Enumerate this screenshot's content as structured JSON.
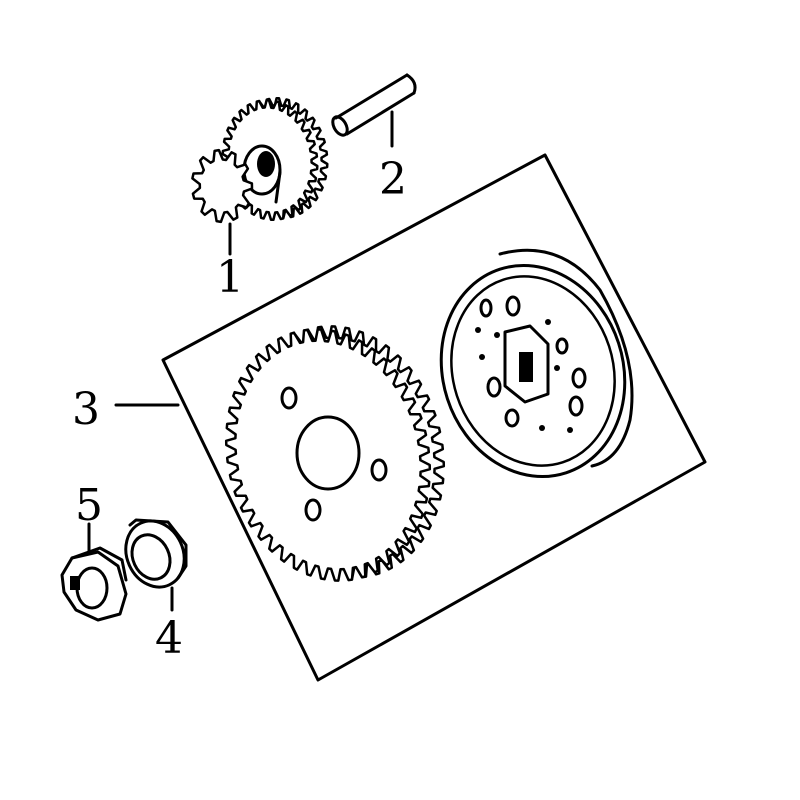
{
  "diagram": {
    "ink_color": "#000000",
    "background_color": "#ffffff",
    "callouts": [
      {
        "label": "1",
        "part": "drive-gear-assembly"
      },
      {
        "label": "2",
        "part": "shaft-pin"
      },
      {
        "label": "3",
        "part": "starter-clutch-assembly"
      },
      {
        "label": "4",
        "part": "washer"
      },
      {
        "label": "5",
        "part": "nut"
      }
    ]
  }
}
